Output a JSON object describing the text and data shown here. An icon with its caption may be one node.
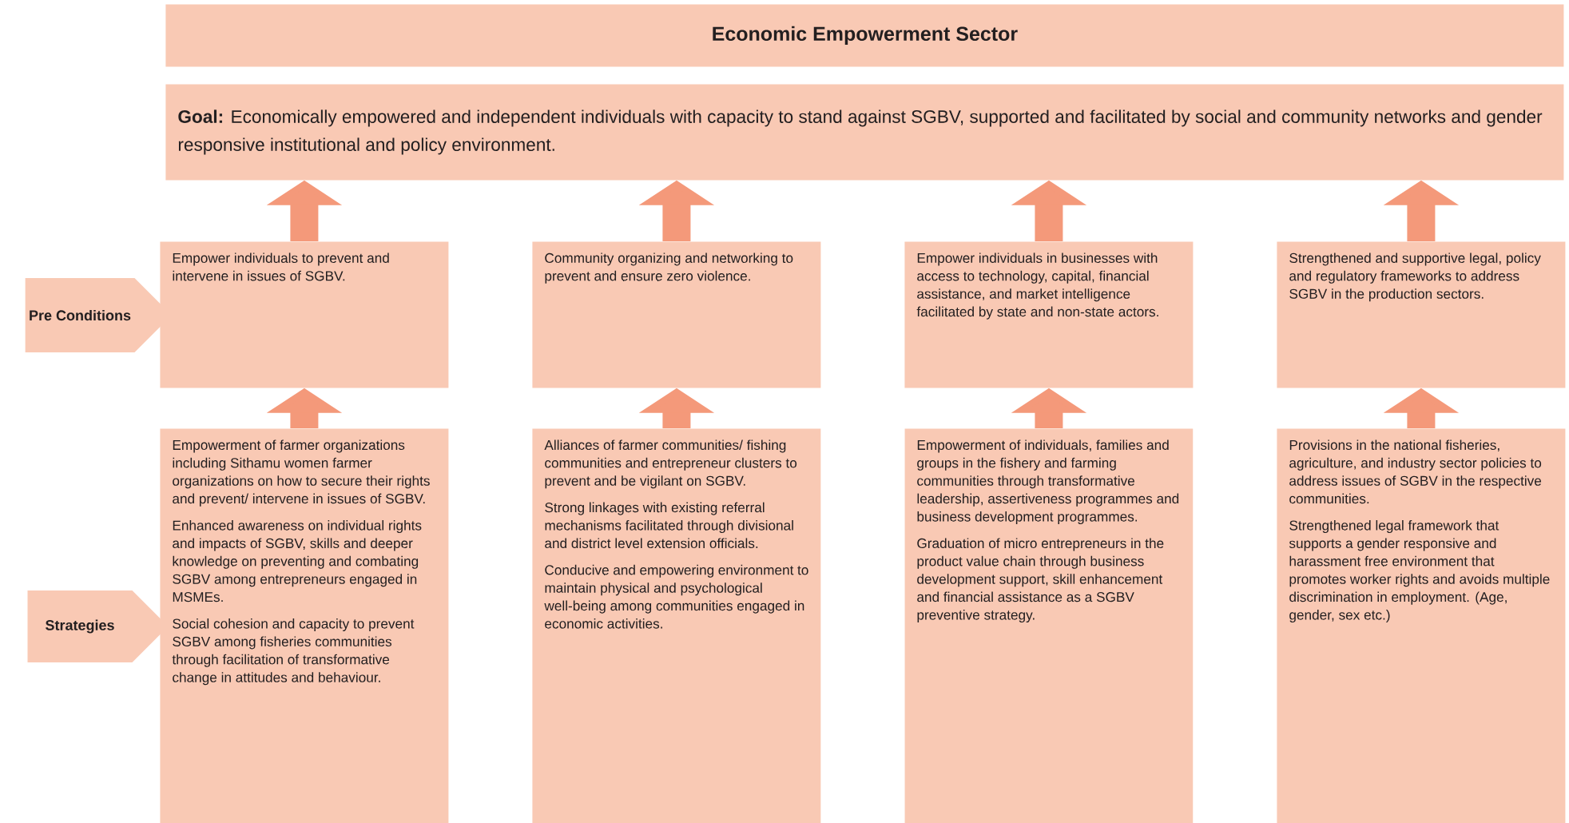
{
  "diagram": {
    "nodes": [
      {
        "text": [
          "Economic Empowerment Sector"
        ]
      },
      {
        "text": [
          "**Goal:** Economically empowered and independent individuals with capacity to stand against SGBV, supported and facilitated by social and community networks and gender responsive institutional and policy environment."
        ]
      },
      {
        "text": [
          "Pre Conditions"
        ]
      },
      {
        "text": [
          "Empower individuals to prevent and intervene in issues of SGBV."
        ]
      },
      {
        "text": [
          "Community organizing and networking to prevent and ensure zero violence."
        ]
      },
      {
        "text": [
          "Empower individuals in businesses with access to technology, capital, financial assistance, and market intelligence facilitated by state and non-state actors."
        ]
      },
      {
        "text": [
          "Strengthened and supportive legal, policy and regulatory frameworks to address SGBV in the production sectors."
        ]
      },
      {
        "text": [
          "Strategies"
        ]
      },
      {
        "text": [
          "Empowerment of farmer organizations including Sithamu women farmer organizations on how to secure their rights and prevent/ intervene in issues of SGBV.",
          "Enhanced awareness on individual rights and impacts of SGBV, skills and deeper knowledge on preventing and combating SGBV among entrepreneurs engaged in MSMEs.",
          "Social cohesion and capacity to prevent SGBV among fisheries communities through facilitation of transformative change in attitudes and behaviour."
        ]
      },
      {
        "text": [
          "Alliances of farmer communities/ fishing communities and entrepreneur clusters to prevent and be vigilant on SGBV.",
          "Strong linkages with existing referral mechanisms facilitated through divisional and district level extension officials.",
          "Conducive and empowering environment to maintain physical and psychological well-being among communities engaged in economic activities."
        ]
      },
      {
        "text": [
          "Empowerment of individuals, families and groups in the fishery and farming communities through transformative leadership, assertiveness programmes and business development programmes.",
          "Graduation of micro entrepreneurs in the product value chain through business development support, skill enhancement and financial assistance as a SGBV preventive strategy."
        ]
      },
      {
        "text": [
          "Provisions in the national fisheries, agriculture, and industry sector policies to address issues of SGBV in the respective communities.",
          "Strengthened legal framework that supports a gender responsive and harassment free environment that promotes worker rights and avoids multiple discrimination in employment. (Age, gender, sex etc.)"
        ]
      }
    ],
    "edges": [
      {
        "from": 8,
        "to": 3,
        "arrow": "to"
      },
      {
        "from": 9,
        "to": 4,
        "arrow": "to"
      },
      {
        "from": 10,
        "to": 5,
        "arrow": "to"
      },
      {
        "from": 11,
        "to": 6,
        "arrow": "to"
      },
      {
        "from": 3,
        "to": 1,
        "arrow": "to"
      },
      {
        "from": 4,
        "to": 1,
        "arrow": "to"
      },
      {
        "from": 5,
        "to": 1,
        "arrow": "to"
      },
      {
        "from": 6,
        "to": 1,
        "arrow": "to"
      }
    ]
  }
}
